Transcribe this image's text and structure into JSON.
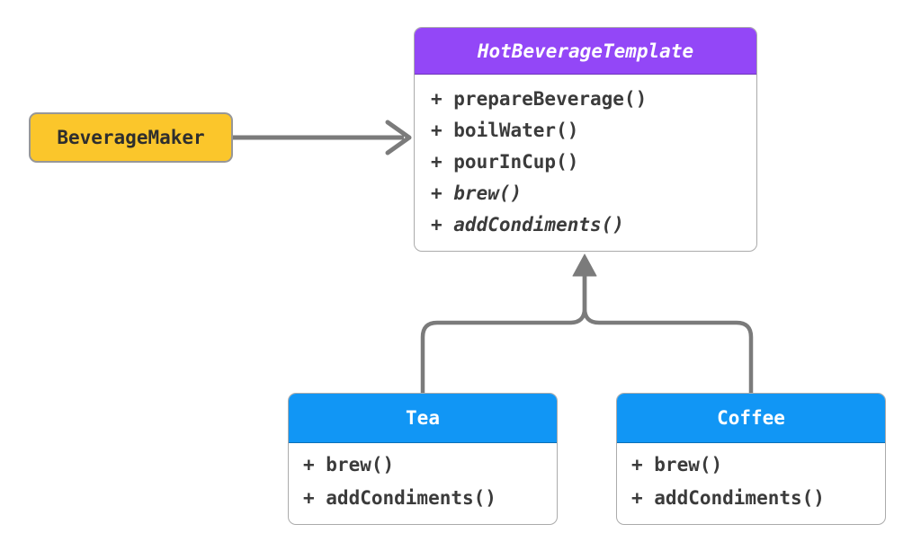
{
  "colors": {
    "purple": "#9347f7",
    "blue": "#1196f5",
    "yellow": "#fbc62b",
    "gray": "#7b7b7b",
    "ink": "#3b3b3b",
    "border_light": "#ababab",
    "border_yellow": "#979797"
  },
  "diagram": {
    "actor": {
      "label": "BeverageMaker"
    },
    "template_class": {
      "title": "HotBeverageTemplate",
      "methods": [
        {
          "text": "+ prepareBeverage()",
          "abstract": false
        },
        {
          "text": "+ boilWater()",
          "abstract": false
        },
        {
          "text": "+ pourInCup()",
          "abstract": false
        },
        {
          "text": "+ brew()",
          "abstract": true
        },
        {
          "text": "+ addCondiments()",
          "abstract": true
        }
      ]
    },
    "subclasses": [
      {
        "title": "Tea",
        "methods": [
          {
            "text": "+ brew()",
            "abstract": false
          },
          {
            "text": "+ addCondiments()",
            "abstract": false
          }
        ]
      },
      {
        "title": "Coffee",
        "methods": [
          {
            "text": "+ brew()",
            "abstract": false
          },
          {
            "text": "+ addCondiments()",
            "abstract": false
          }
        ]
      }
    ],
    "relations": {
      "association": {
        "from": "BeverageMaker",
        "to": "HotBeverageTemplate"
      },
      "inheritance": [
        {
          "from": "Tea",
          "to": "HotBeverageTemplate"
        },
        {
          "from": "Coffee",
          "to": "HotBeverageTemplate"
        }
      ]
    }
  }
}
